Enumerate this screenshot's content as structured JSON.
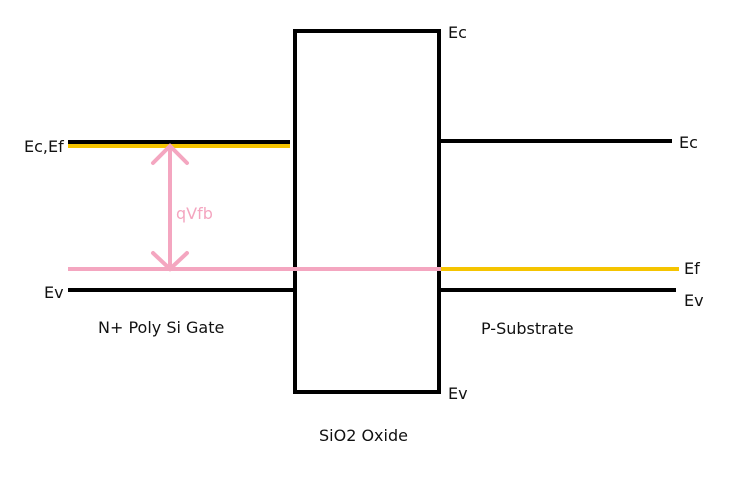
{
  "labels": {
    "gate_ec_ef": "Ec,Ef",
    "gate_ev": "Ev",
    "gate_name": "N+ Poly Si Gate",
    "oxide_ec": "Ec",
    "oxide_ev": "Ev",
    "oxide_name": "SiO2 Oxide",
    "sub_ec": "Ec",
    "sub_ef": "Ef",
    "sub_ev": "Ev",
    "sub_name": "P-Substrate",
    "delta": "qVfb"
  },
  "colors": {
    "line": "#000000",
    "fermi": "#f5c400",
    "arrow": "#f4a6c0",
    "text": "#111111"
  }
}
